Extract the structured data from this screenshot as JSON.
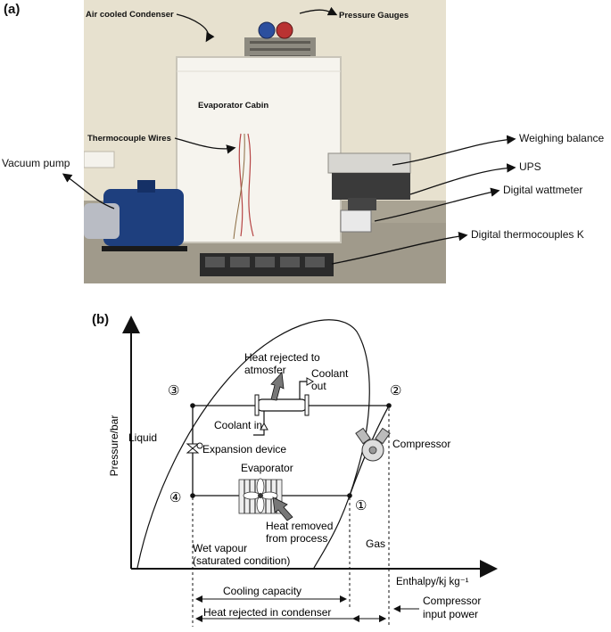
{
  "panel_a": {
    "label": "(a)",
    "photo_labels": {
      "condenser": "Air cooled Condenser",
      "gauges": "Pressure Gauges",
      "cabin": "Evaporator Cabin",
      "thermo_wires": "Thermocouple Wires"
    },
    "external_labels": {
      "vacuum_pump": "Vacuum pump",
      "weighing": "Weighing balance",
      "ups": "UPS",
      "wattmeter": "Digital wattmeter",
      "thermocouples": "Digital thermocouples K"
    }
  },
  "panel_b": {
    "label": "(b)",
    "y_axis": "Pressure/bar",
    "x_axis": "Enthalpy/kj kg⁻¹",
    "states": [
      "①",
      "②",
      "③",
      "④"
    ],
    "regions": {
      "liquid": "Liquid",
      "gas": "Gas",
      "wet_line1": "Wet vapour",
      "wet_line2": "(saturated condition)"
    },
    "components": {
      "heat_rejected_line1": "Heat rejected to",
      "heat_rejected_line2": "atmosfer",
      "coolant_out_line1": "Coolant",
      "coolant_out_line2": "out",
      "coolant_in": "Coolant in",
      "expansion": "Expansion device",
      "compressor": "Compressor",
      "evaporator": "Evaporator",
      "heat_removed_line1": "Heat removed",
      "heat_removed_line2": "from process"
    },
    "dimensions": {
      "cooling": "Cooling capacity",
      "condenser": "Heat rejected in condenser",
      "comp_line1": "Compressor",
      "comp_line2": "input power"
    }
  }
}
